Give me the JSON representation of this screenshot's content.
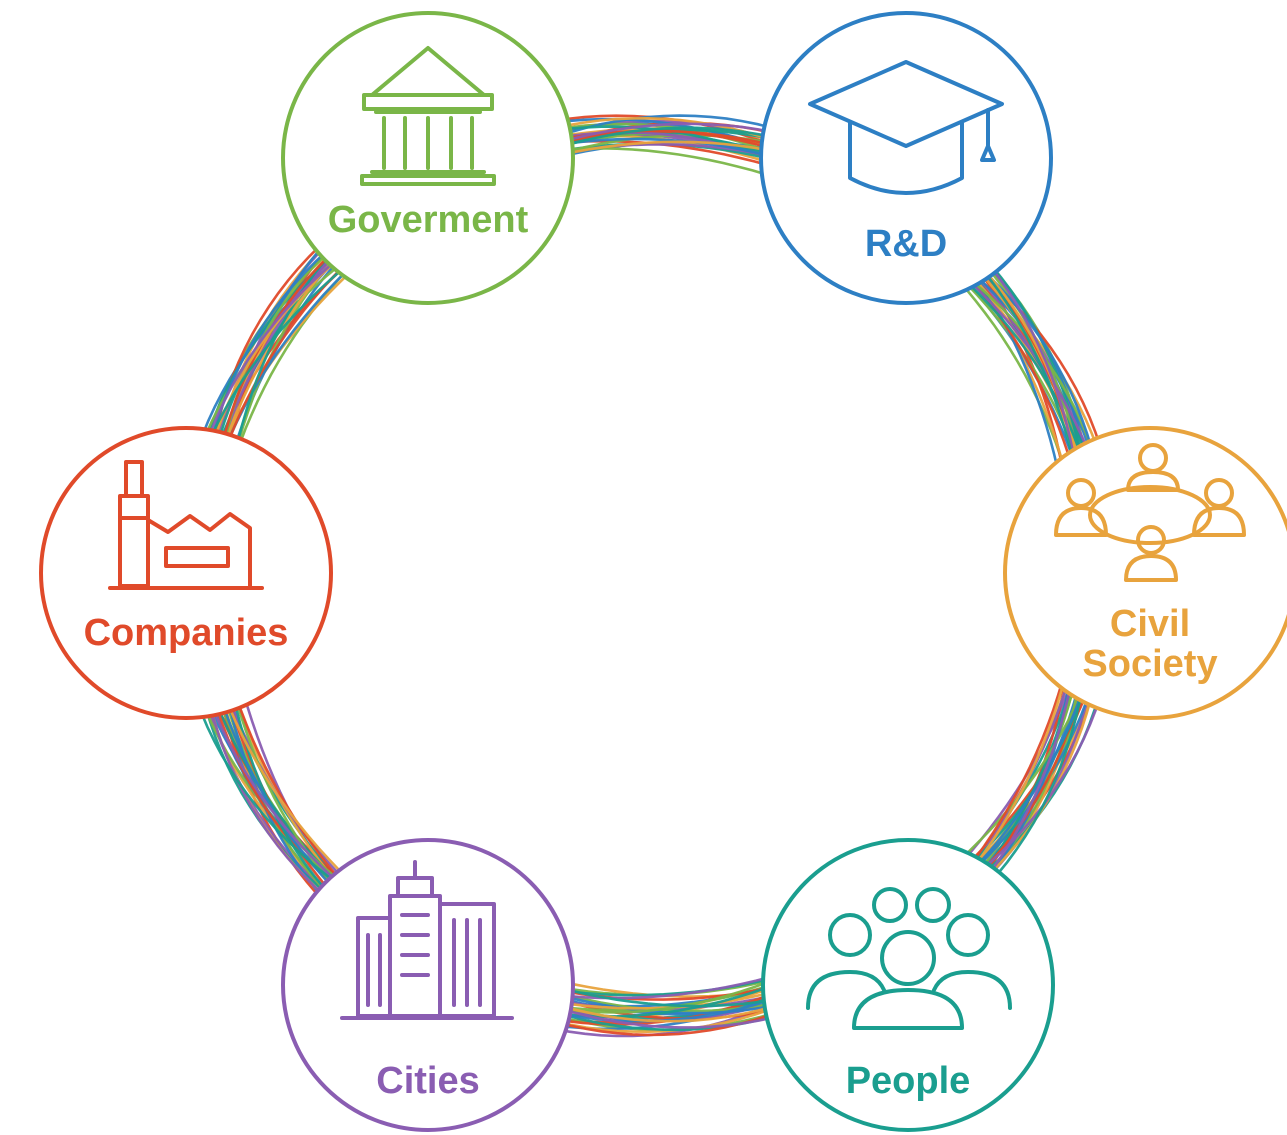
{
  "nodes": [
    {
      "id": "government",
      "label": "Goverment",
      "color": "#7ab648",
      "icon": "building-columns-icon"
    },
    {
      "id": "rnd",
      "label": "R&D",
      "color": "#2d7fc4",
      "icon": "graduation-cap-icon"
    },
    {
      "id": "civil",
      "label_lines": [
        "Civil",
        "Society"
      ],
      "color": "#e8a33d",
      "icon": "meeting-table-icon"
    },
    {
      "id": "people",
      "label": "People",
      "color": "#1a9e8f",
      "icon": "crowd-icon"
    },
    {
      "id": "cities",
      "label": "Cities",
      "color": "#8a5db2",
      "icon": "city-buildings-icon"
    },
    {
      "id": "companies",
      "label": "Companies",
      "color": "#e04a2a",
      "icon": "factory-icon"
    }
  ],
  "connection_colors": [
    "#7ab648",
    "#2d7fc4",
    "#e04a2a",
    "#e8a33d",
    "#8a5db2",
    "#1a9e8f"
  ]
}
